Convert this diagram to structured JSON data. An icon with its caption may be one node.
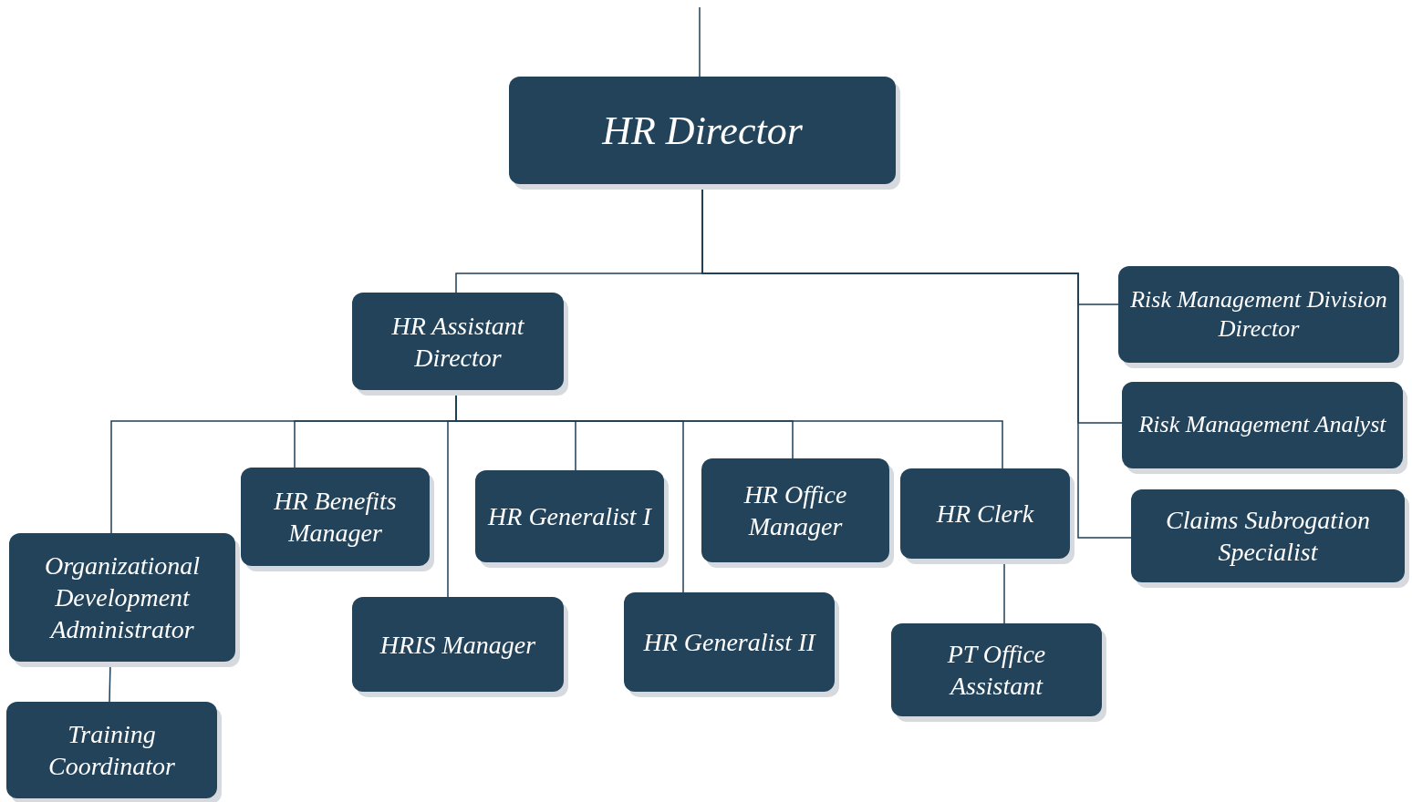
{
  "diagram": {
    "nodes": [
      {
        "text": [
          "HR Director"
        ]
      },
      {
        "text": [
          "HR Assistant Director"
        ]
      },
      {
        "text": [
          "Risk Management Division Director"
        ]
      },
      {
        "text": [
          "Risk Management Analyst"
        ]
      },
      {
        "text": [
          "Claims Subrogation Specialist"
        ]
      },
      {
        "text": [
          "Organizational Development Administrator"
        ]
      },
      {
        "text": [
          "HR Benefits Manager"
        ]
      },
      {
        "text": [
          "HRIS Manager"
        ]
      },
      {
        "text": [
          "HR Generalist I"
        ]
      },
      {
        "text": [
          "HR Generalist II"
        ]
      },
      {
        "text": [
          "HR Office Manager"
        ]
      },
      {
        "text": [
          "HR Clerk"
        ]
      },
      {
        "text": [
          "PT Office Assistant"
        ]
      },
      {
        "text": [
          "Training Coordinator"
        ]
      }
    ],
    "edges": [
      {
        "from": null,
        "to": 0,
        "arrow": "none"
      },
      {
        "from": 0,
        "to": 1,
        "arrow": "none"
      },
      {
        "from": 0,
        "to": 2,
        "arrow": "none"
      },
      {
        "from": 0,
        "to": 3,
        "arrow": "none"
      },
      {
        "from": 0,
        "to": 4,
        "arrow": "none"
      },
      {
        "from": 1,
        "to": 5,
        "arrow": "none"
      },
      {
        "from": 1,
        "to": 6,
        "arrow": "none"
      },
      {
        "from": 1,
        "to": 7,
        "arrow": "none"
      },
      {
        "from": 1,
        "to": 8,
        "arrow": "none"
      },
      {
        "from": 1,
        "to": 9,
        "arrow": "none"
      },
      {
        "from": 1,
        "to": 10,
        "arrow": "none"
      },
      {
        "from": 1,
        "to": 11,
        "arrow": "none"
      },
      {
        "from": 11,
        "to": 12,
        "arrow": "none"
      },
      {
        "from": 5,
        "to": 13,
        "arrow": "none"
      }
    ]
  }
}
